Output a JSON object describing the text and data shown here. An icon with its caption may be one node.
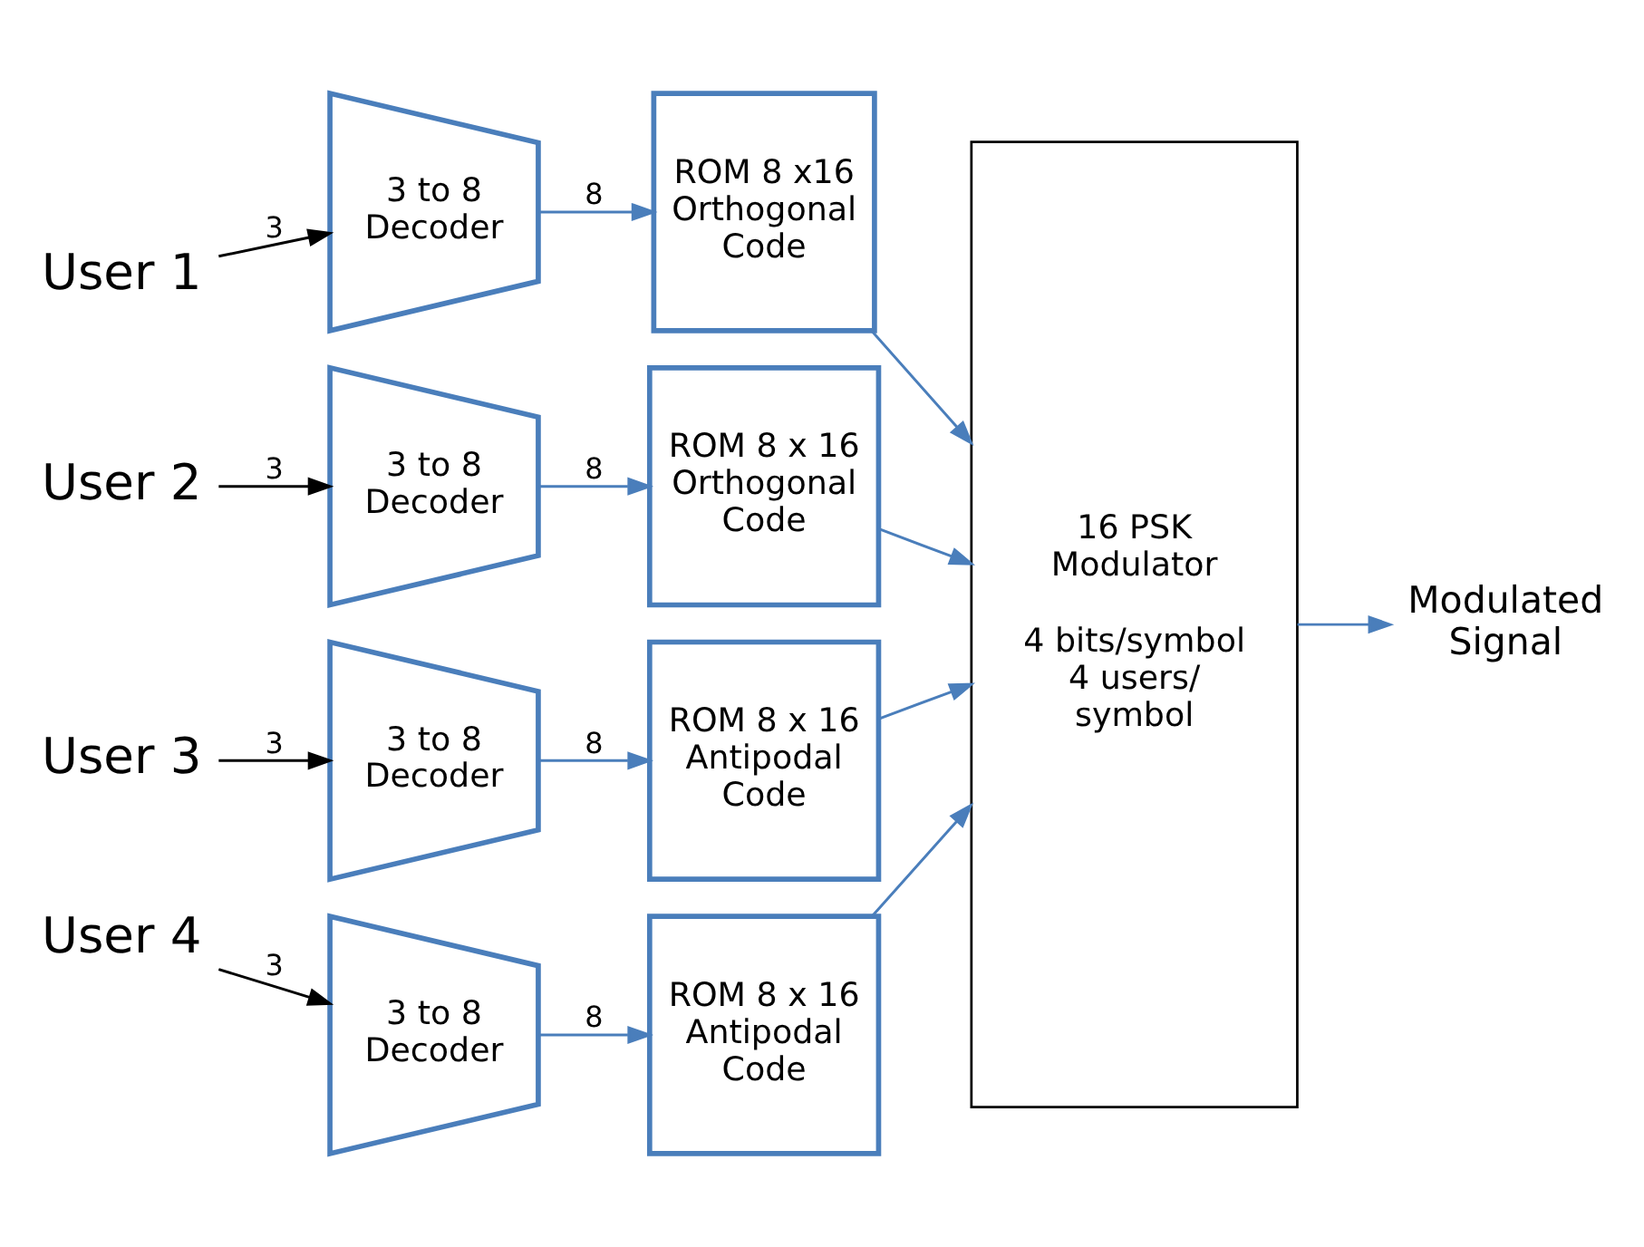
{
  "diagram": {
    "nodes": [
      {
        "text": [
          "User 1"
        ]
      },
      {
        "text": [
          "3 to 8 Decoder"
        ]
      },
      {
        "text": [
          "ROM 8 x16 Orthogonal Code"
        ]
      },
      {
        "text": [
          "User 2"
        ]
      },
      {
        "text": [
          "3 to 8 Decoder"
        ]
      },
      {
        "text": [
          "ROM 8 x 16 Orthogonal Code"
        ]
      },
      {
        "text": [
          "User 3"
        ]
      },
      {
        "text": [
          "3 to 8 Decoder"
        ]
      },
      {
        "text": [
          "ROM 8 x 16 Antipodal Code"
        ]
      },
      {
        "text": [
          "User 4"
        ]
      },
      {
        "text": [
          "3 to 8 Decoder"
        ]
      },
      {
        "text": [
          "ROM 8 x 16 Antipodal Code"
        ]
      },
      {
        "text": [
          "16 PSK Modulator",
          "4 bits/symbol 4 users/ symbol"
        ]
      },
      {
        "text": [
          "Modulated Signal"
        ]
      }
    ],
    "edges": [
      {
        "from": 0,
        "to": 1,
        "arrow": "to",
        "label": "3",
        "color": "#000000"
      },
      {
        "from": 1,
        "to": 2,
        "arrow": "to",
        "label": "8"
      },
      {
        "from": 2,
        "to": 12,
        "arrow": "to"
      },
      {
        "from": 3,
        "to": 4,
        "arrow": "to",
        "label": "3",
        "color": "#000000"
      },
      {
        "from": 4,
        "to": 5,
        "arrow": "to",
        "label": "8"
      },
      {
        "from": 5,
        "to": 12,
        "arrow": "to"
      },
      {
        "from": 6,
        "to": 7,
        "arrow": "to",
        "label": "3",
        "color": "#000000"
      },
      {
        "from": 7,
        "to": 8,
        "arrow": "to",
        "label": "8"
      },
      {
        "from": 8,
        "to": 12,
        "arrow": "to"
      },
      {
        "from": 9,
        "to": 10,
        "arrow": "to",
        "label": "3",
        "color": "#000000"
      },
      {
        "from": 10,
        "to": 11,
        "arrow": "to",
        "label": "8"
      },
      {
        "from": 11,
        "to": 12,
        "arrow": "to"
      },
      {
        "from": 12,
        "to": 13,
        "arrow": "to"
      }
    ]
  }
}
